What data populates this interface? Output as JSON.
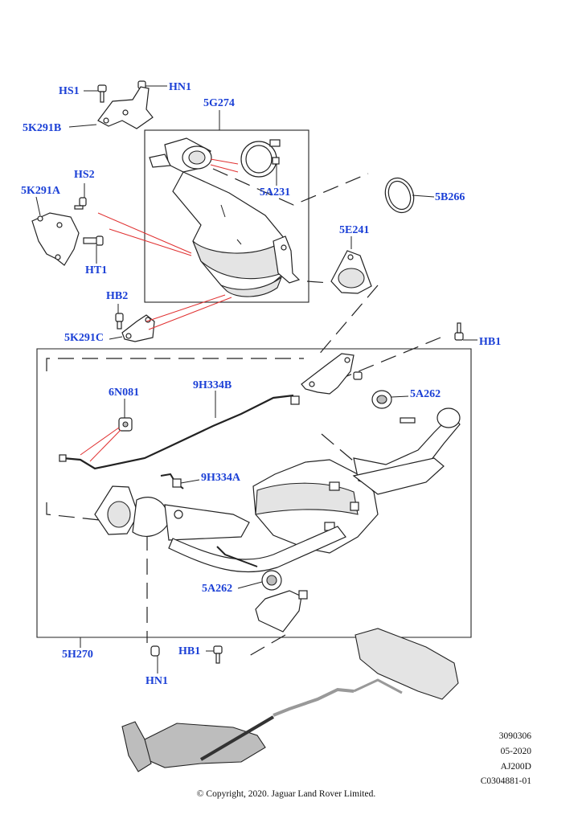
{
  "callouts": {
    "hs1": "HS1",
    "hn1_top": "HN1",
    "c5k291b": "5K291B",
    "c5g274": "5G274",
    "hs2": "HS2",
    "c5k291a": "5K291A",
    "c5a231": "5A231",
    "c5b266": "5B266",
    "c5e241": "5E241",
    "ht1": "HT1",
    "hb2": "HB2",
    "c5k291c": "5K291C",
    "hb1_top": "HB1",
    "c6n081": "6N081",
    "c9h334b": "9H334B",
    "c5a262_top": "5A262",
    "c9h334a": "9H334A",
    "c5a262_bottom": "5A262",
    "c5h270": "5H270",
    "hb1_bottom": "HB1",
    "hn1_bottom": "HN1"
  },
  "reference": {
    "line1": "3090306",
    "line2": "05-2020",
    "line3": "AJ200D",
    "line4": "C0304881-01"
  },
  "copyright": "© Copyright, 2020. Jaguar Land Rover Limited.",
  "colors": {
    "callout": "#1a3fd6",
    "leader_red": "#e03030",
    "ink": "#222222"
  }
}
